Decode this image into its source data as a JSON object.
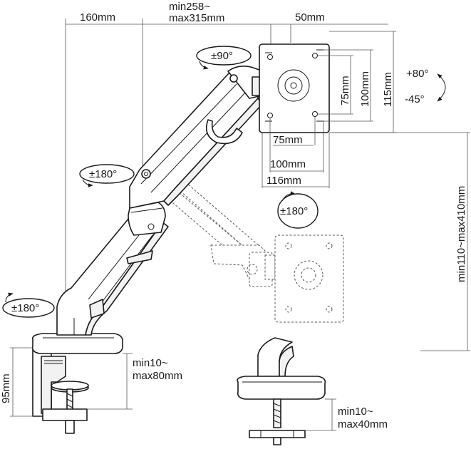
{
  "dimensions": {
    "base_to_pole": "160mm",
    "arm_reach_min": "min258~",
    "arm_reach_max": "max315mm",
    "plate_offset": "50mm",
    "vesa_h_75": "75mm",
    "vesa_h_100": "100mm",
    "plate_width": "116mm",
    "vesa_v_75": "75mm",
    "vesa_v_100": "100mm",
    "plate_height": "115mm",
    "height_range": "min110~max410mm",
    "clamp_height": "95mm",
    "clamp_thickness_min": "min10~",
    "clamp_thickness_max": "max80mm",
    "grommet_thickness_min": "min10~",
    "grommet_thickness_max": "max40mm"
  },
  "rotations": {
    "plate_swivel": "±90°",
    "tilt_up": "+80°",
    "tilt_down": "-45°",
    "arm_joint": "±180°",
    "plate_rotation": "±180°",
    "base_rotation": "±180°"
  }
}
